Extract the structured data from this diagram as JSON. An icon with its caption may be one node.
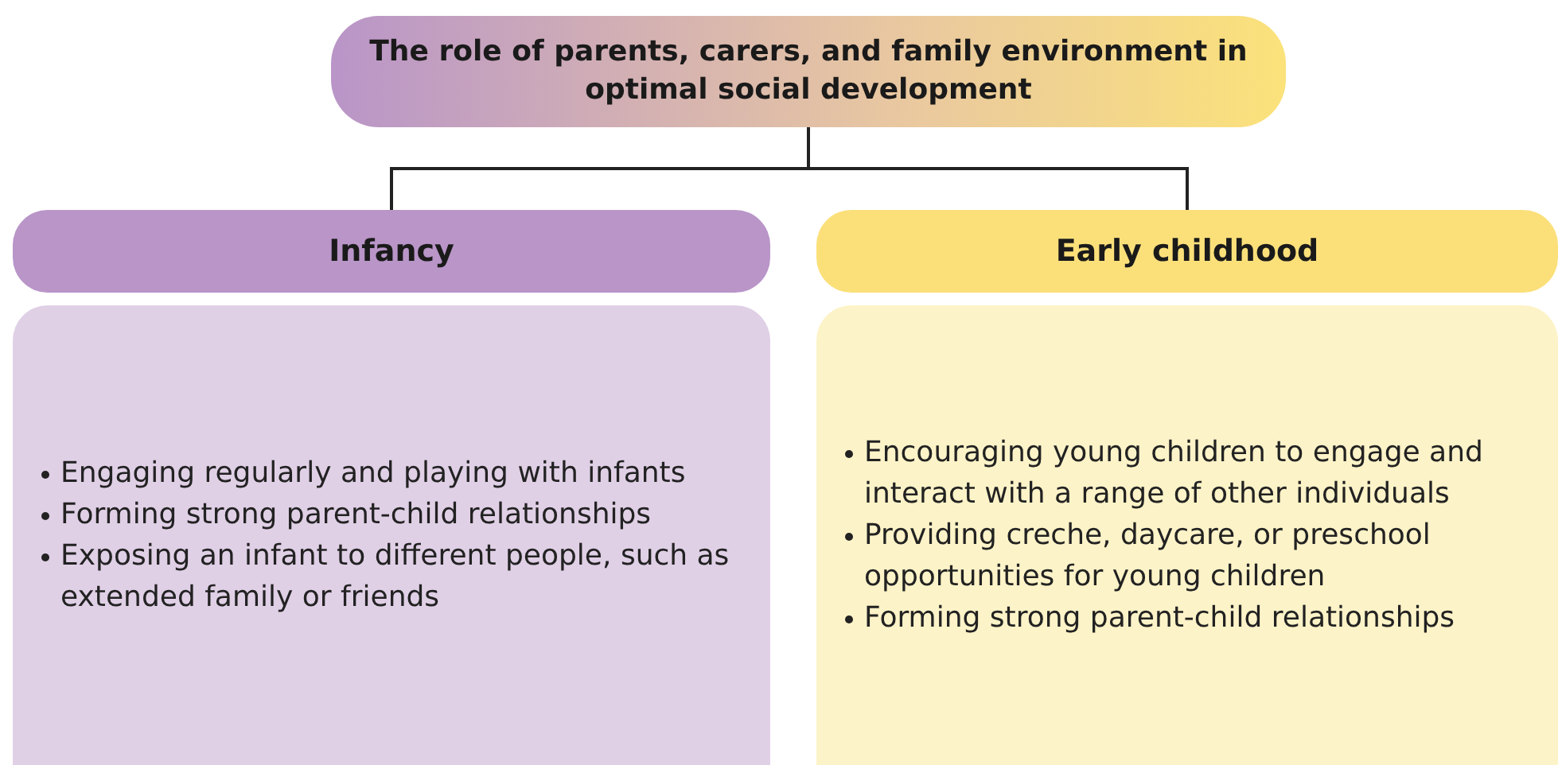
{
  "diagram": {
    "nodes": [
      {
        "text": [
          "The role of parents, carers, and family environment in optimal social development"
        ]
      },
      {
        "text": [
          "Infancy"
        ]
      },
      {
        "text": [
          "Early childhood"
        ]
      },
      {
        "text": [
          "Engaging regularly and playing with infants",
          "Forming strong parent-child relationships",
          "Exposing an infant to different people, such as extended family or friends"
        ]
      },
      {
        "text": [
          "Encouraging young children to engage and interact with a range of other individuals",
          "Providing creche, daycare, or preschool opportunities for young children",
          "Forming strong parent-child relationships"
        ]
      }
    ],
    "edges": [
      {
        "from": 0,
        "to": 1,
        "arrow": "none"
      },
      {
        "from": 0,
        "to": 2,
        "arrow": "none"
      }
    ]
  }
}
